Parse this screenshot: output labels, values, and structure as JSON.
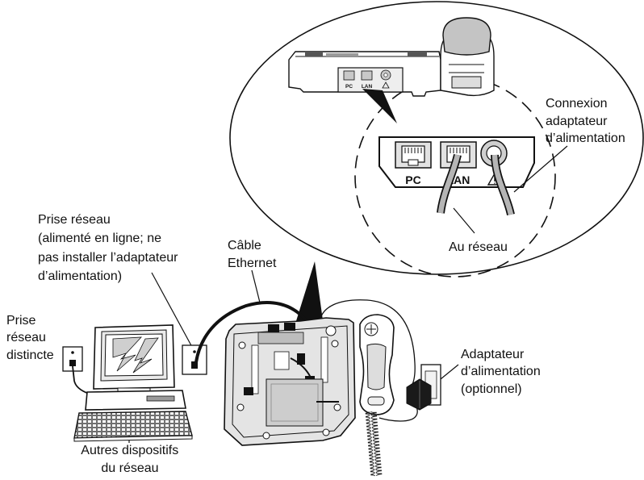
{
  "zoom_view": {
    "port_labels": {
      "pc": "PC",
      "lan": "LAN"
    },
    "power_connection_label": [
      "Connexion",
      "adaptateur",
      "d’alimentation"
    ],
    "to_network_label": "Au réseau"
  },
  "rear_view_ports": {
    "pc": "PC",
    "lan": "LAN"
  },
  "callouts": {
    "network_jack": [
      "Prise réseau",
      "(alimenté en ligne; ne",
      "pas installer l’adaptateur",
      "d’alimentation)"
    ],
    "ethernet_cable": [
      "Câble",
      "Ethernet"
    ],
    "separate_jack": [
      "Prise",
      "réseau",
      "distincte"
    ],
    "power_adapter": [
      "Adaptateur",
      "d’alimentation",
      "(optionnel)"
    ],
    "other_devices": [
      "Autres dispositifs",
      "du réseau"
    ]
  }
}
